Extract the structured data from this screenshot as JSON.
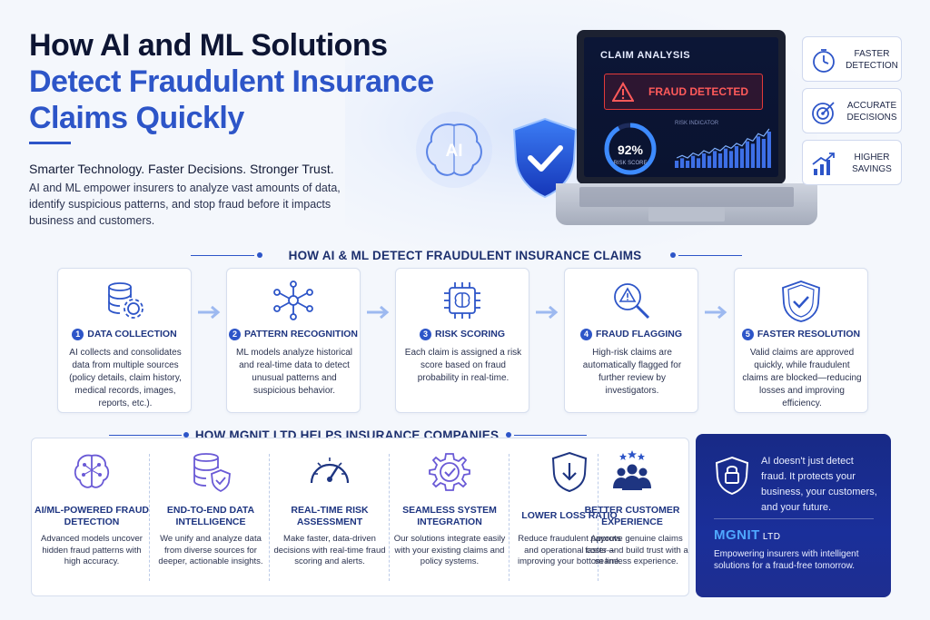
{
  "header": {
    "title_line1": "How AI and ML Solutions",
    "title_line2": "Detect Fraudulent Insurance",
    "title_line3": "Claims Quickly",
    "tagline": "Smarter Technology. Faster Decisions. Stronger Trust.",
    "intro": "AI and ML empower insurers to analyze vast amounts of data, identify suspicious patterns, and stop fraud before it impacts business and customers."
  },
  "hero": {
    "ai_label": "AI",
    "screen_title": "CLAIM ANALYSIS",
    "alert": "FRAUD DETECTED",
    "score_value": "92%",
    "score_label": "RISK SCORE",
    "risk_indicator_label": "RISK INDICATOR",
    "risk_bars": [
      3,
      4,
      3,
      5,
      4,
      6,
      5,
      7,
      6,
      8,
      7,
      9,
      8,
      11,
      10,
      13,
      12,
      15
    ],
    "colors": {
      "alert": "#e23a3a",
      "accent": "#2d55c8",
      "screen_bg": "#0c1636"
    }
  },
  "benefits": [
    {
      "icon": "stopwatch-icon",
      "label": "FASTER DETECTION"
    },
    {
      "icon": "target-icon",
      "label": "ACCURATE DECISIONS"
    },
    {
      "icon": "growth-chart-icon",
      "label": "HIGHER SAVINGS"
    }
  ],
  "process": {
    "heading": "HOW AI & ML DETECT FRAUDULENT INSURANCE CLAIMS",
    "steps": [
      {
        "num": "1",
        "icon": "database-gear-icon",
        "title": "DATA COLLECTION",
        "desc": "AI collects and consolidates data from multiple sources (policy details, claim history, medical records, images, reports, etc.)."
      },
      {
        "num": "2",
        "icon": "network-nodes-icon",
        "title": "PATTERN RECOGNITION",
        "desc": "ML models analyze historical and real-time data to detect unusual patterns and suspicious behavior."
      },
      {
        "num": "3",
        "icon": "brain-chip-icon",
        "title": "RISK SCORING",
        "desc": "Each claim is assigned a risk score based on fraud probability in real-time."
      },
      {
        "num": "4",
        "icon": "magnifier-warning-icon",
        "title": "FRAUD FLAGGING",
        "desc": "High-risk claims are automatically flagged for further review by investigators."
      },
      {
        "num": "5",
        "icon": "shield-check-icon",
        "title": "FASTER RESOLUTION",
        "desc": "Valid claims are approved quickly, while fraudulent claims are blocked—reducing losses and improving efficiency."
      }
    ]
  },
  "services": {
    "heading": "HOW MGNIT LTD HELPS INSURANCE COMPANIES",
    "items": [
      {
        "icon": "ai-brain-icon",
        "title": "AI/ML-POWERED FRAUD DETECTION",
        "desc": "Advanced models uncover hidden fraud patterns with high accuracy."
      },
      {
        "icon": "database-shield-icon",
        "title": "END-TO-END DATA INTELLIGENCE",
        "desc": "We unify and analyze data from diverse sources for deeper, actionable insights."
      },
      {
        "icon": "speedometer-icon",
        "title": "REAL-TIME RISK ASSESSMENT",
        "desc": "Make faster, data-driven decisions with real-time fraud scoring and alerts."
      },
      {
        "icon": "gear-check-icon",
        "title": "SEAMLESS SYSTEM INTEGRATION",
        "desc": "Our solutions integrate easily with your existing claims and policy systems."
      },
      {
        "icon": "shield-arrow-down-icon",
        "title": "LOWER LOSS RATIO",
        "desc": "Reduce fraudulent payouts and operational costs—improving your bottom line."
      },
      {
        "icon": "people-stars-icon",
        "title": "BETTER CUSTOMER EXPERIENCE",
        "desc": "Approve genuine claims faster and build trust with a seamless experience."
      }
    ]
  },
  "promo": {
    "quote": "AI doesn't just detect fraud. It protects your business, your customers, and your future.",
    "brand": "MGNIT",
    "brand_suffix": "LTD",
    "tagline": "Empowering insurers with intelligent solutions for a fraud-free tomorrow."
  }
}
